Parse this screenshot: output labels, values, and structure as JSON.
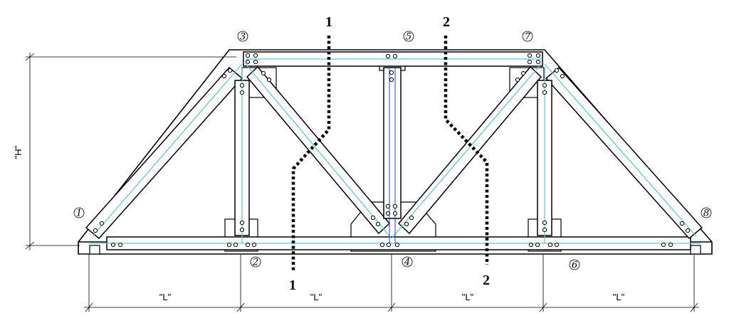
{
  "nodes": {
    "n1": "1",
    "n2": "2",
    "n3": "3",
    "n4": "4",
    "n5": "5",
    "n6": "6",
    "n7": "7",
    "n8": "8"
  },
  "dimensions": {
    "height": "\"H\"",
    "span1": "\"L\"",
    "span2": "\"L\"",
    "span3": "\"L\"",
    "span4": "\"L\""
  },
  "sections": {
    "s1_top": "1",
    "s1_bottom": "1",
    "s2_top": "2",
    "s2_bottom": "2"
  },
  "colors": {
    "centerline": "#5ec8d8",
    "vertical_axis": "#2a3fd0",
    "ink": "#000000"
  }
}
